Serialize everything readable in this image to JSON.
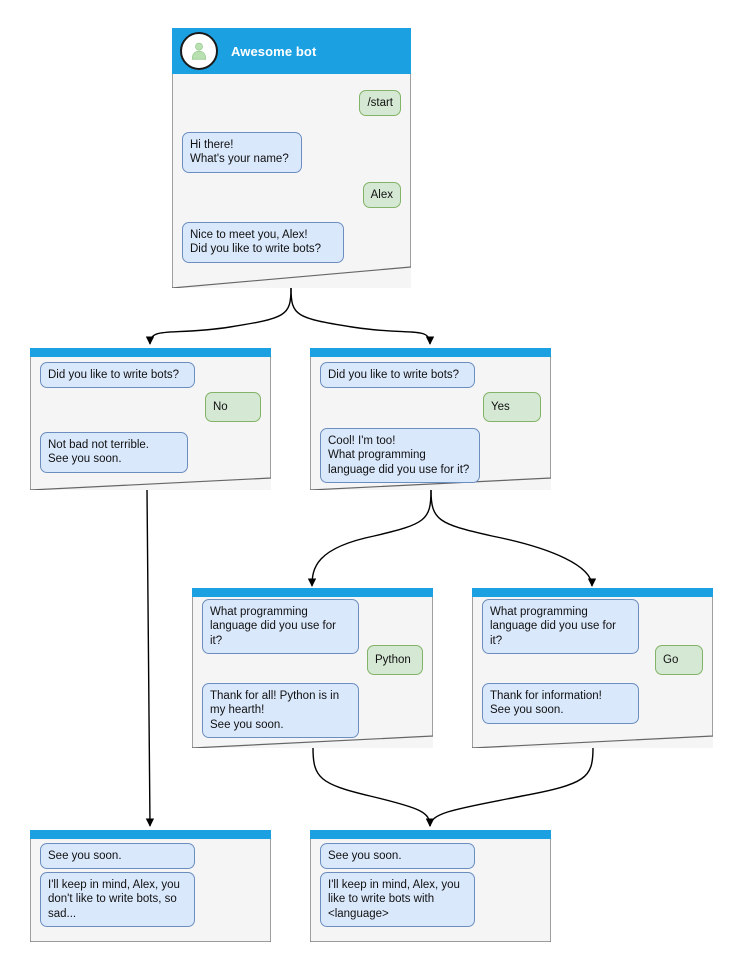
{
  "diagram": {
    "title": "Telegram bot conversation flowchart",
    "colors": {
      "header_blue": "#1ba1e2",
      "bot_bubble_fill": "#dae8fc",
      "bot_bubble_stroke": "#6c8ebf",
      "user_bubble_fill": "#d5e8d4",
      "user_bubble_stroke": "#82b366",
      "card_fill": "#f5f5f5",
      "card_stroke": "#666666",
      "edge_stroke": "#000000",
      "avatar_person": "#b8e0b0"
    },
    "icons": {
      "avatar": "person-avatar-icon"
    }
  },
  "nodes": {
    "root": {
      "id": "root",
      "header_title": "Awesome bot",
      "messages": [
        {
          "side": "user",
          "text": "/start"
        },
        {
          "side": "bot",
          "text": "Hi there!\nWhat's your name?"
        },
        {
          "side": "user",
          "text": "Alex"
        },
        {
          "side": "bot",
          "text": "Nice to meet you, Alex!\nDid you like to write bots?"
        }
      ]
    },
    "no_branch": {
      "id": "no_branch",
      "messages": [
        {
          "side": "bot",
          "text": "Did you like to write bots?"
        },
        {
          "side": "user",
          "text": "No"
        },
        {
          "side": "bot",
          "text": "Not bad not terrible.\nSee you soon."
        }
      ]
    },
    "yes_branch": {
      "id": "yes_branch",
      "messages": [
        {
          "side": "bot",
          "text": "Did you like to write bots?"
        },
        {
          "side": "user",
          "text": "Yes"
        },
        {
          "side": "bot",
          "text": "Cool! I'm too!\nWhat programming\nlanguage did you use for it?"
        }
      ]
    },
    "python_branch": {
      "id": "python_branch",
      "messages": [
        {
          "side": "bot",
          "text": "What programming\nlanguage did you use for it?"
        },
        {
          "side": "user",
          "text": "Python"
        },
        {
          "side": "bot",
          "text": "Thank for all! Python is in\nmy hearth!\nSee you soon."
        }
      ]
    },
    "go_branch": {
      "id": "go_branch",
      "messages": [
        {
          "side": "bot",
          "text": "What programming\nlanguage did you use for it?"
        },
        {
          "side": "user",
          "text": "Go"
        },
        {
          "side": "bot",
          "text": "Thank for information!\nSee you soon."
        }
      ]
    },
    "end_sad": {
      "id": "end_sad",
      "messages": [
        {
          "side": "bot",
          "text": "See you soon."
        },
        {
          "side": "bot",
          "text": "I'll keep in mind, Alex, you\ndon't like to write bots, so\nsad..."
        }
      ]
    },
    "end_happy": {
      "id": "end_happy",
      "messages": [
        {
          "side": "bot",
          "text": "See you soon."
        },
        {
          "side": "bot",
          "text": "I'll keep in mind, Alex, you\nlike to write bots with\n<language>"
        }
      ]
    }
  },
  "edges": [
    {
      "from": "root",
      "to": "no_branch"
    },
    {
      "from": "root",
      "to": "yes_branch"
    },
    {
      "from": "no_branch",
      "to": "end_sad"
    },
    {
      "from": "yes_branch",
      "to": "python_branch"
    },
    {
      "from": "yes_branch",
      "to": "go_branch"
    },
    {
      "from": "python_branch",
      "to": "end_happy"
    },
    {
      "from": "go_branch",
      "to": "end_happy"
    }
  ]
}
